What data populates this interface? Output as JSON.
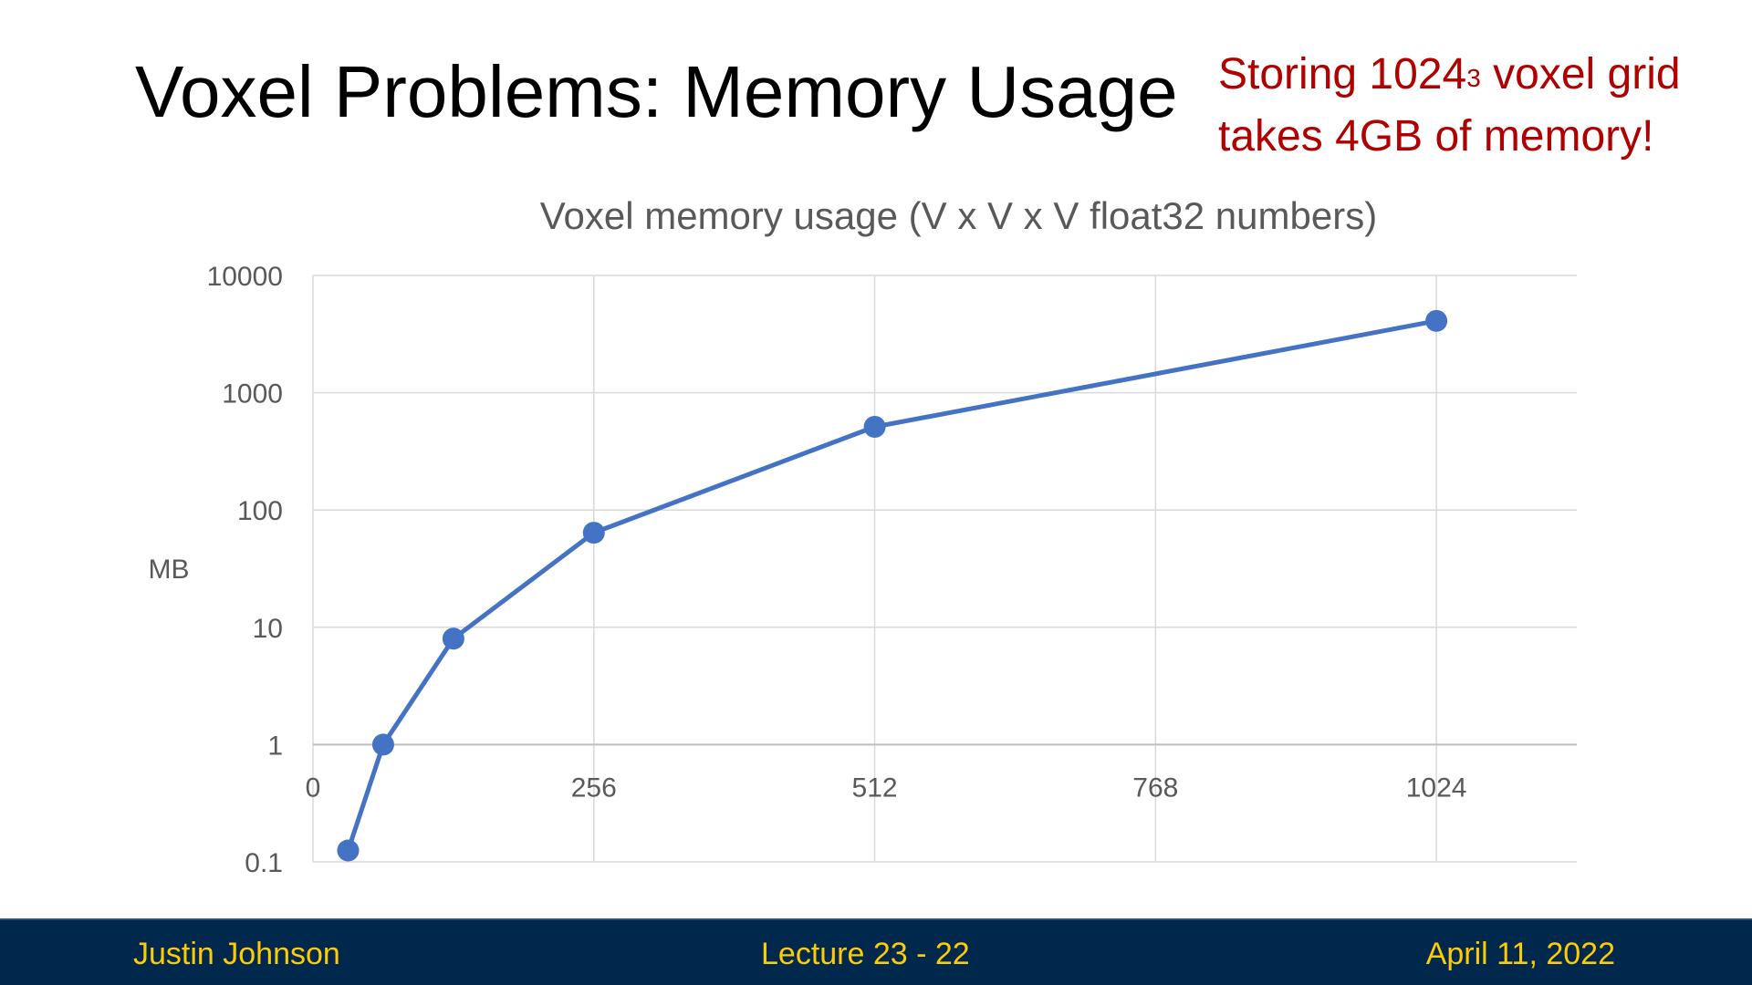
{
  "slide": {
    "title": "Voxel Problems: Memory Usage",
    "callout": {
      "line1_pre": "Storing 1024",
      "line1_sup": "3",
      "line1_post": " voxel grid",
      "line2": "takes 4GB of memory!",
      "color": "#b00000"
    }
  },
  "footer": {
    "author": "Justin Johnson",
    "lecture": "Lecture 23 -    22",
    "date": "April 11, 2022",
    "background": "#00274c",
    "text_color": "#ffcb05"
  },
  "chart_data": {
    "type": "line",
    "title": "Voxel memory usage (V x V x V float32 numbers)",
    "xlabel": "",
    "ylabel": "MB",
    "x": [
      32,
      64,
      128,
      256,
      512,
      1024
    ],
    "series": [
      {
        "values": [
          0.125,
          1,
          8,
          64,
          512,
          4096
        ],
        "color": "#4472c4"
      }
    ],
    "xlim": [
      0,
      1152
    ],
    "xticks": [
      0,
      256,
      512,
      768,
      1024
    ],
    "yscale": "log",
    "ylim": [
      0.1,
      10000
    ],
    "yticks": [
      0.1,
      1,
      10,
      100,
      1000,
      10000
    ],
    "ytick_labels": [
      "0.1",
      "1",
      "10",
      "100",
      "1000",
      "10000"
    ],
    "grid": true,
    "x_axis_at": 1
  }
}
